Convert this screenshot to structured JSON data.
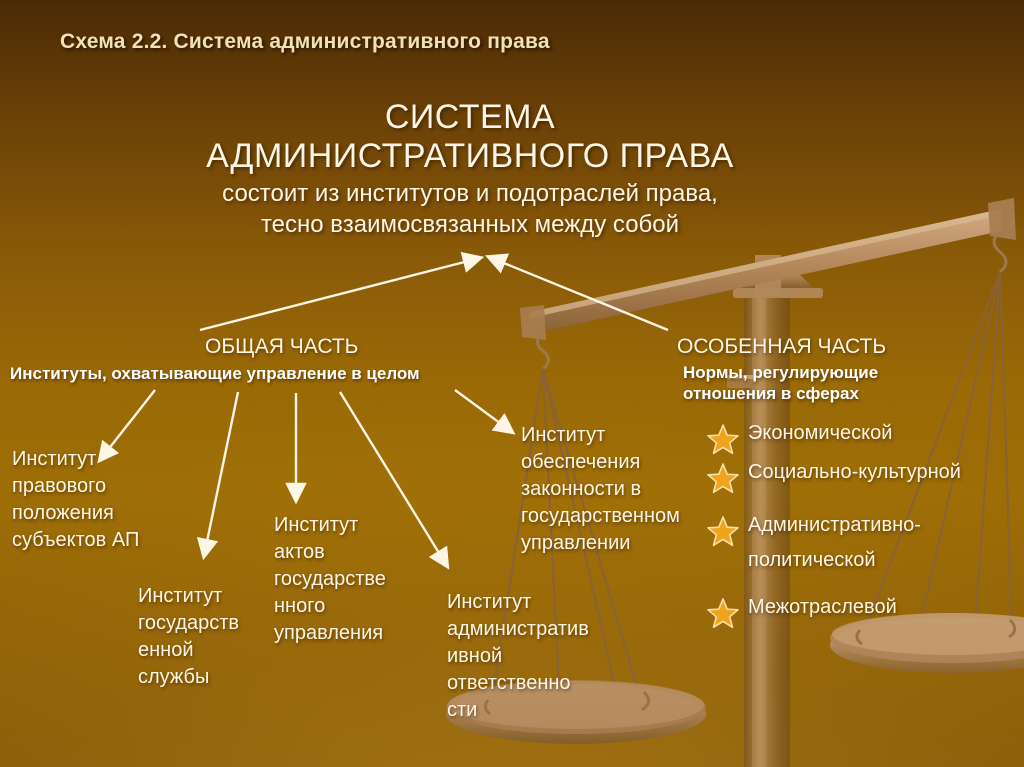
{
  "header": {
    "label": "Схема 2.2. Система административного права"
  },
  "title": {
    "line1": "СИСТЕМА",
    "line2": "АДМИНИСТРАТИВНОГО ПРАВА",
    "sub1": "состоит из институтов и подотраслей права,",
    "sub2": "тесно взаимосвязанных между собой"
  },
  "branches": {
    "left": {
      "heading": "ОБЩАЯ ЧАСТЬ",
      "subheading": "Институты, охватывающие управление в целом"
    },
    "right": {
      "heading": "ОСОБЕННАЯ ЧАСТЬ",
      "sub_line1": "Нормы, регулирующие",
      "sub_line2": "отношения в сферах"
    }
  },
  "leaves": [
    {
      "id": "institut-pravovogo-polozheniya",
      "line1": "Институт",
      "line2": "правового",
      "line3": "положения",
      "line4": "субъектов АП"
    },
    {
      "id": "institut-gos-sluzhby",
      "line1": "Институт",
      "line2": "государств",
      "line3": "енной",
      "line4": "службы"
    },
    {
      "id": "institut-aktov-gos-upravleniya",
      "line1": "Институт",
      "line2": "актов",
      "line3": "государстве",
      "line4": "нного",
      "line5": "управления"
    },
    {
      "id": "institut-admin-otvetstvennosti",
      "line1": "Институт",
      "line2": "административ",
      "line3": "ивной",
      "line4": "ответственно",
      "line5": "сти"
    },
    {
      "id": "institut-obespecheniya-zakonnosti",
      "line1": "Институт",
      "line2": "обеспечения",
      "line3": "законности в",
      "line4": "государственном",
      "line5": "управлении"
    }
  ],
  "bullets": [
    {
      "label": "Экономической"
    },
    {
      "label": "Социально-культурной"
    },
    {
      "label": "Административно-"
    },
    {
      "label": "политической"
    },
    {
      "label": "Межотраслевой"
    }
  ],
  "colors": {
    "background_top": "#4a2a06",
    "background_mid": "#9d6d06",
    "header_text": "#f2e1b6",
    "body_text": "#fdf6e4",
    "star_fill": "#f0a41e",
    "star_stroke": "#f7dca0",
    "arrow": "#fdf6e4",
    "scale_wood": "#b08258"
  }
}
